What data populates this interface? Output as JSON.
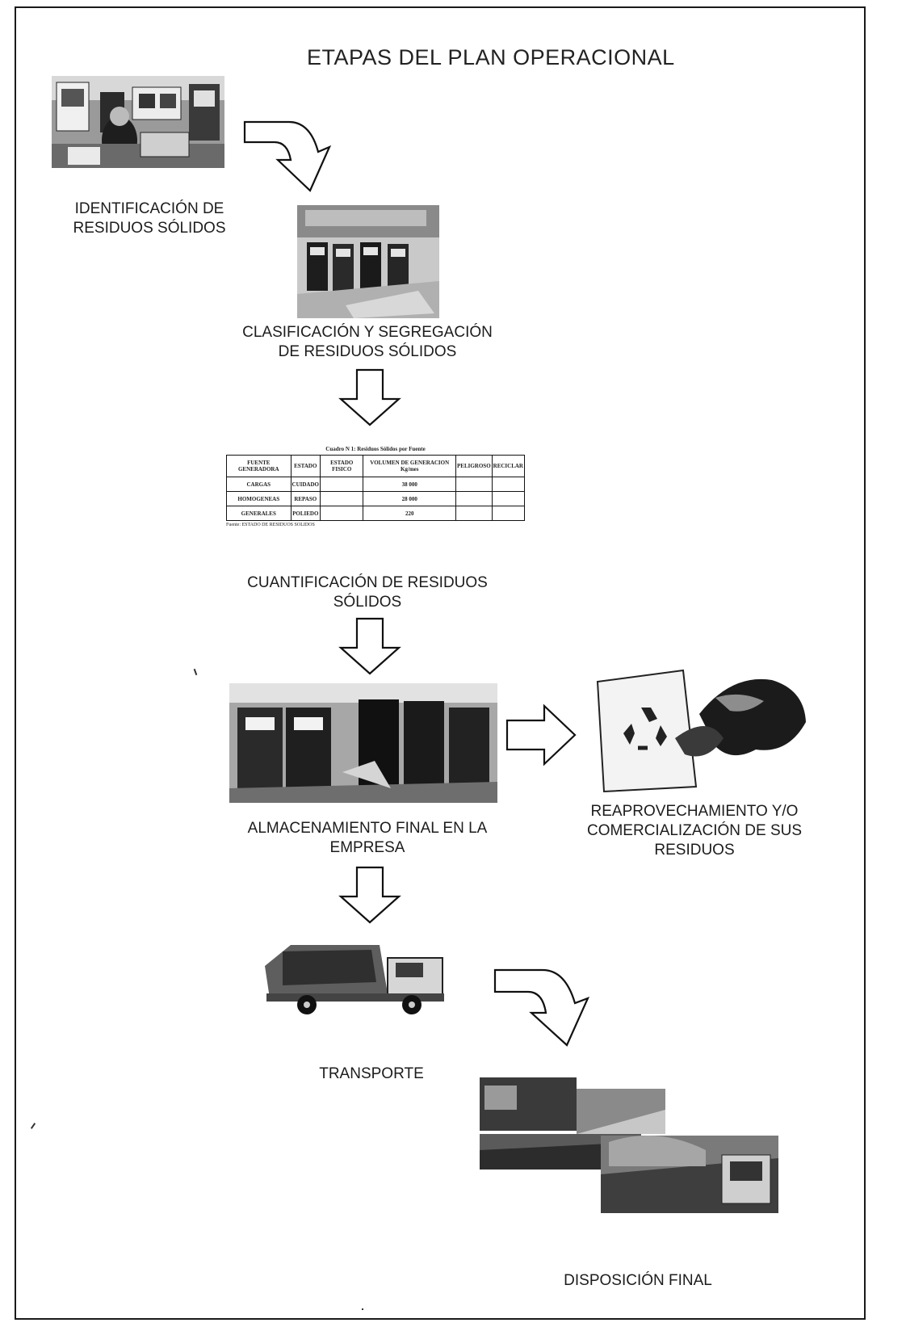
{
  "title": "ETAPAS DEL PLAN OPERACIONAL",
  "stages": {
    "identificacion": [
      "IDENTIFICACIÓN DE",
      "RESIDUOS SÓLIDOS"
    ],
    "clasificacion": [
      "CLASIFICACIÓN Y SEGREGACIÓN",
      "DE RESIDUOS SÓLIDOS"
    ],
    "cuantificacion": [
      "CUANTIFICACIÓN DE RESIDUOS",
      "SÓLIDOS"
    ],
    "almacenamiento": [
      "ALMACENAMIENTO FINAL EN LA",
      "EMPRESA"
    ],
    "reaprovechamiento": [
      "REAPROVECHAMIENTO Y/O",
      "COMERCIALIZACIÓN DE SUS",
      "RESIDUOS"
    ],
    "transporte": [
      "TRANSPORTE"
    ],
    "disposicion": [
      "DISPOSICIÓN FINAL"
    ]
  },
  "quant_table": {
    "caption": "Cuadro N 1: Residuos Sólidos por Fuente",
    "headers": [
      "FUENTE GENERADORA",
      "ESTADO",
      "ESTADO FISICO",
      "VOLUMEN DE GENERACION Kg/mes",
      "PELIGROSO",
      "RECICLAR"
    ],
    "rows": [
      [
        "CARGAS",
        "CUIDADO",
        "",
        "38 000",
        "",
        ""
      ],
      [
        "HOMOGENEAS",
        "REPASO",
        "",
        "28 000",
        "",
        ""
      ],
      [
        "GENERALES",
        "POLIEDO",
        "",
        "220",
        "",
        ""
      ]
    ],
    "source": "Fuente: ESTADO DE RESIDUOS SOLIDOS"
  }
}
